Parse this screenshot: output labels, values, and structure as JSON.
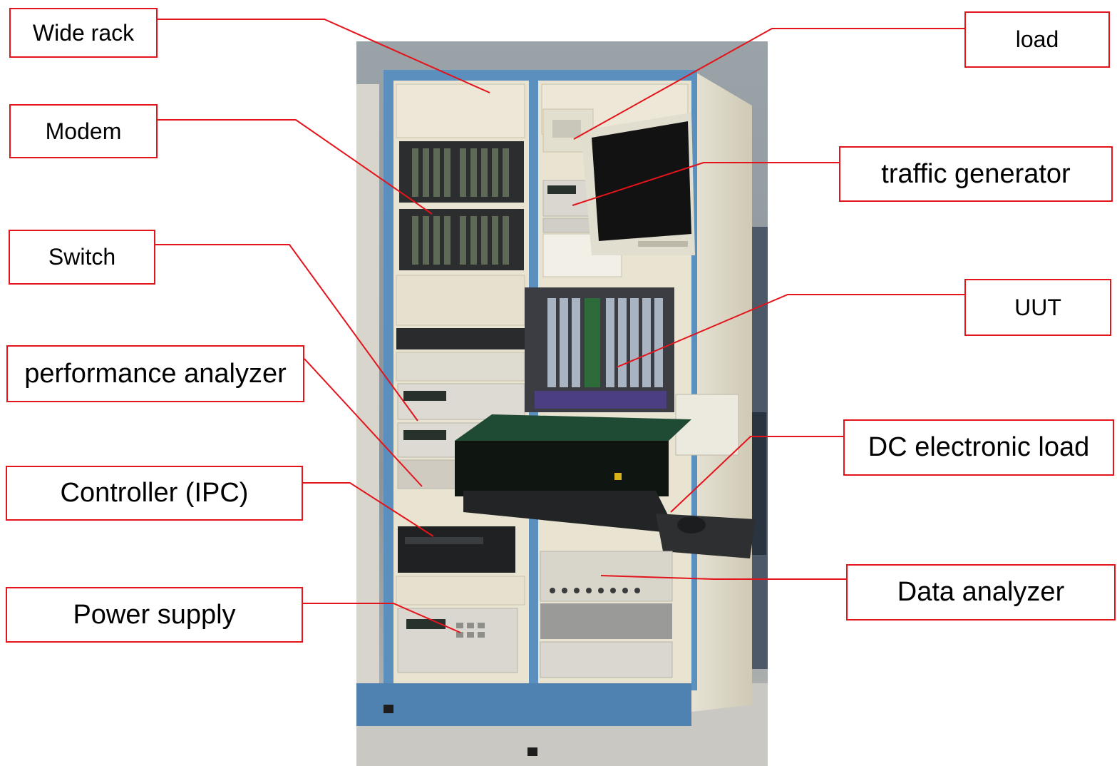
{
  "labels": {
    "wide_rack": "Wide rack",
    "modem": "Modem",
    "switch": "Switch",
    "performance_analyzer": "performance analyzer",
    "controller": "Controller (IPC)",
    "power_supply": "Power supply",
    "load": "load",
    "traffic_generator": "traffic generator",
    "uut": "UUT",
    "dc_electronic_load": "DC electronic load",
    "data_analyzer": "Data analyzer"
  },
  "colors": {
    "callout_border": "#e3141b",
    "leader_line": "#e3141b",
    "rack_frame": "#5b8fbd",
    "rack_panel": "#e9e4d2"
  }
}
